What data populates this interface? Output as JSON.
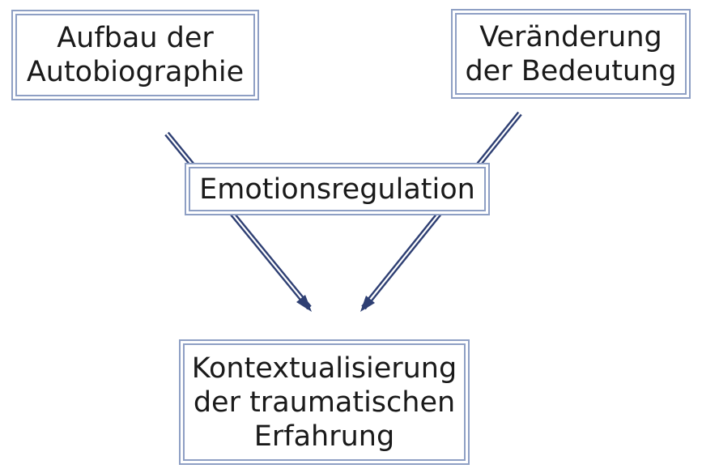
{
  "diagram": {
    "nodes": {
      "autobiography": [
        "Aufbau der",
        "Autobiographie"
      ],
      "meaning": [
        "Veränderung",
        "der Bedeutung"
      ],
      "emotion": [
        "Emotionsregulation"
      ],
      "context": [
        "Kontextualisierung",
        "der traumatischen",
        "Erfahrung"
      ]
    },
    "colors": {
      "arrow": "#2e3f73",
      "border": "#8e9fc4",
      "text": "#1a1a1a"
    }
  }
}
